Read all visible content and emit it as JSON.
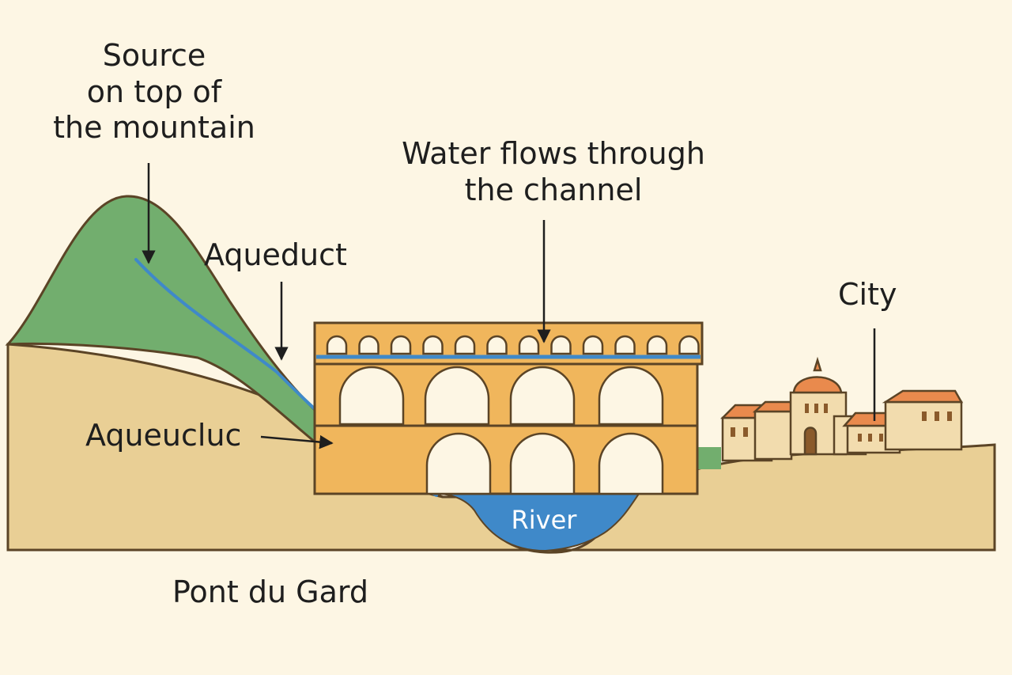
{
  "labels": {
    "source": [
      "Source",
      "on top of",
      "the mountain"
    ],
    "water_flow": [
      "Water flows through",
      "the channel"
    ],
    "aqueduct_top": "Aqueduct",
    "aqueduct_side": "Aqueucluc",
    "city": "City",
    "river": "River",
    "title": "Pont du Gard"
  },
  "colors": {
    "background": "#fdf6e4",
    "ground": "#e9cf95",
    "mountain": "#72ae6e",
    "water": "#3f89c9",
    "aqueduct": "#f0b65c",
    "outline": "#5b4426",
    "roof": "#e98a4d",
    "building": "#f2dcae"
  }
}
